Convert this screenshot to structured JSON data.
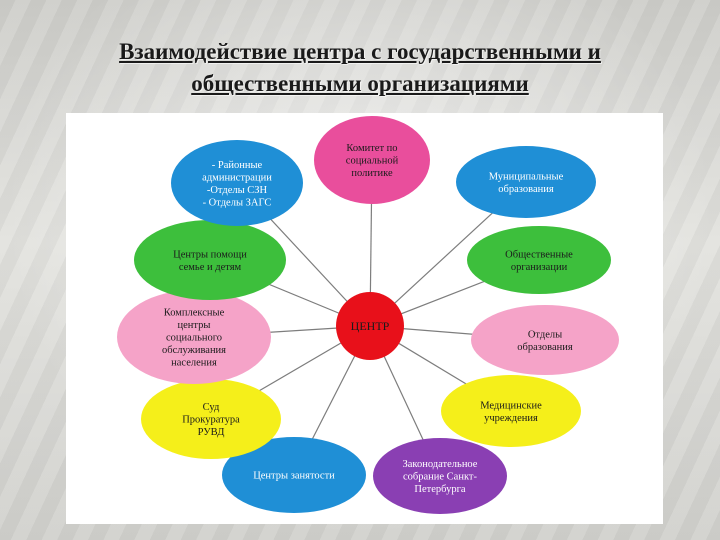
{
  "title": {
    "line1": "Взаимодействие центра с государственными и",
    "line2": "общественными организациями"
  },
  "diagram": {
    "center": {
      "label": "ЦЕНТР",
      "color": "#e8101a"
    },
    "nodes": [
      {
        "id": "committee",
        "lines": [
          "Комитет по",
          "социальной",
          "политике"
        ],
        "color": "#e94e9c"
      },
      {
        "id": "municipal",
        "lines": [
          "Муниципальные",
          "образования"
        ],
        "color": "#1f8fd6"
      },
      {
        "id": "public-orgs",
        "lines": [
          "Общественные",
          "организации"
        ],
        "color": "#3dbf3c"
      },
      {
        "id": "education",
        "lines": [
          "Отделы",
          "образования"
        ],
        "color": "#f5a3c8"
      },
      {
        "id": "medical",
        "lines": [
          "Медицинские",
          "учреждения"
        ],
        "color": "#f5ef1a"
      },
      {
        "id": "assembly",
        "lines": [
          "Законодательное",
          "собрание Санкт-",
          "Петербурга"
        ],
        "color": "#8a3fb3"
      },
      {
        "id": "employment",
        "lines": [
          "Центры занятости"
        ],
        "color": "#1f8fd6"
      },
      {
        "id": "court",
        "lines": [
          "Суд",
          "Прокуратура",
          "РУВД"
        ],
        "color": "#f5ef1a"
      },
      {
        "id": "social-service",
        "lines": [
          "Комплексные",
          "центры",
          "социального",
          "обслуживания",
          "населения"
        ],
        "color": "#f5a3c8"
      },
      {
        "id": "family-help",
        "lines": [
          "Центры помощи",
          "семье и детям"
        ],
        "color": "#3dbf3c"
      },
      {
        "id": "district",
        "lines": [
          "- Районные",
          "администрации",
          "-Отделы СЗН",
          "- Отделы ЗАГС"
        ],
        "color": "#1f8fd6"
      }
    ]
  }
}
